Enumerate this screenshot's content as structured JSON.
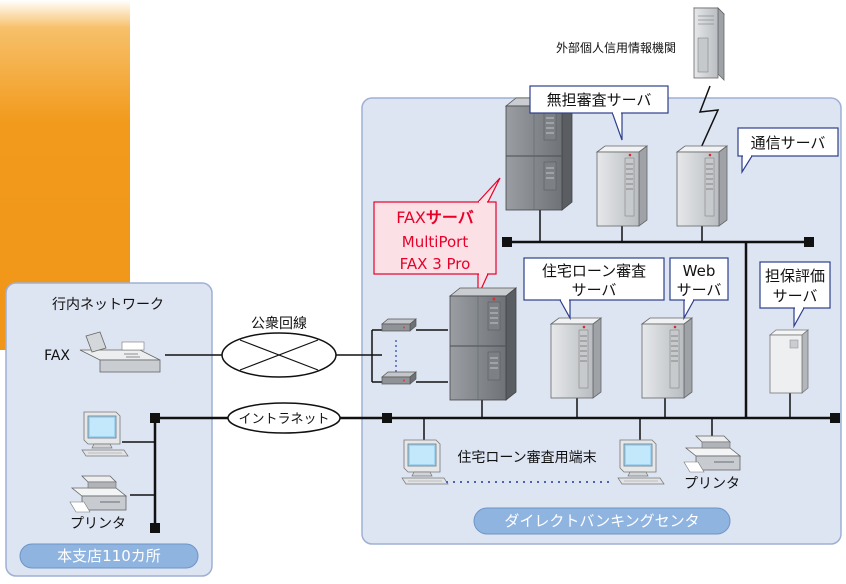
{
  "colors": {
    "accent_orange": "#f29a1c",
    "panel_fill": "#dde4f2",
    "panel_stroke": "#9fb0d4",
    "fax_highlight": "#e8002a",
    "line": "#111111",
    "callout_stroke": "#2d3f8c"
  },
  "labels": {
    "external_credit": "外部個人信用情報機関",
    "unsecured_review_server": "無担審査サーバ",
    "communication_server": "通信サーバ",
    "fax_server_prefix": "FAX",
    "fax_server_suffix": "サーバ",
    "fax_product_line1": "MultiPort",
    "fax_product_line2": "FAX 3 Pro",
    "housing_loan_server_line1": "住宅ローン審査",
    "housing_loan_server_line2": "サーバ",
    "web_server_line1": "Web",
    "web_server_line2": "サーバ",
    "collateral_server_line1": "担保評価",
    "collateral_server_line2": "サーバ",
    "branch_network": "行内ネットワーク",
    "fax": "FAX",
    "public_line": "公衆回線",
    "intranet": "イントラネット",
    "housing_loan_terminal": "住宅ローン審査用端末",
    "printer_branch": "プリンタ",
    "printer_center": "プリンタ",
    "branch_count": "本支店110カ所",
    "direct_banking_center": "ダイレクトバンキングセンタ"
  },
  "icons": [
    "server-tower-icon",
    "fax-machine-icon",
    "printer-icon",
    "terminal-pc-icon",
    "modem-icon",
    "lightning-link-icon",
    "network-cloud-icon"
  ]
}
